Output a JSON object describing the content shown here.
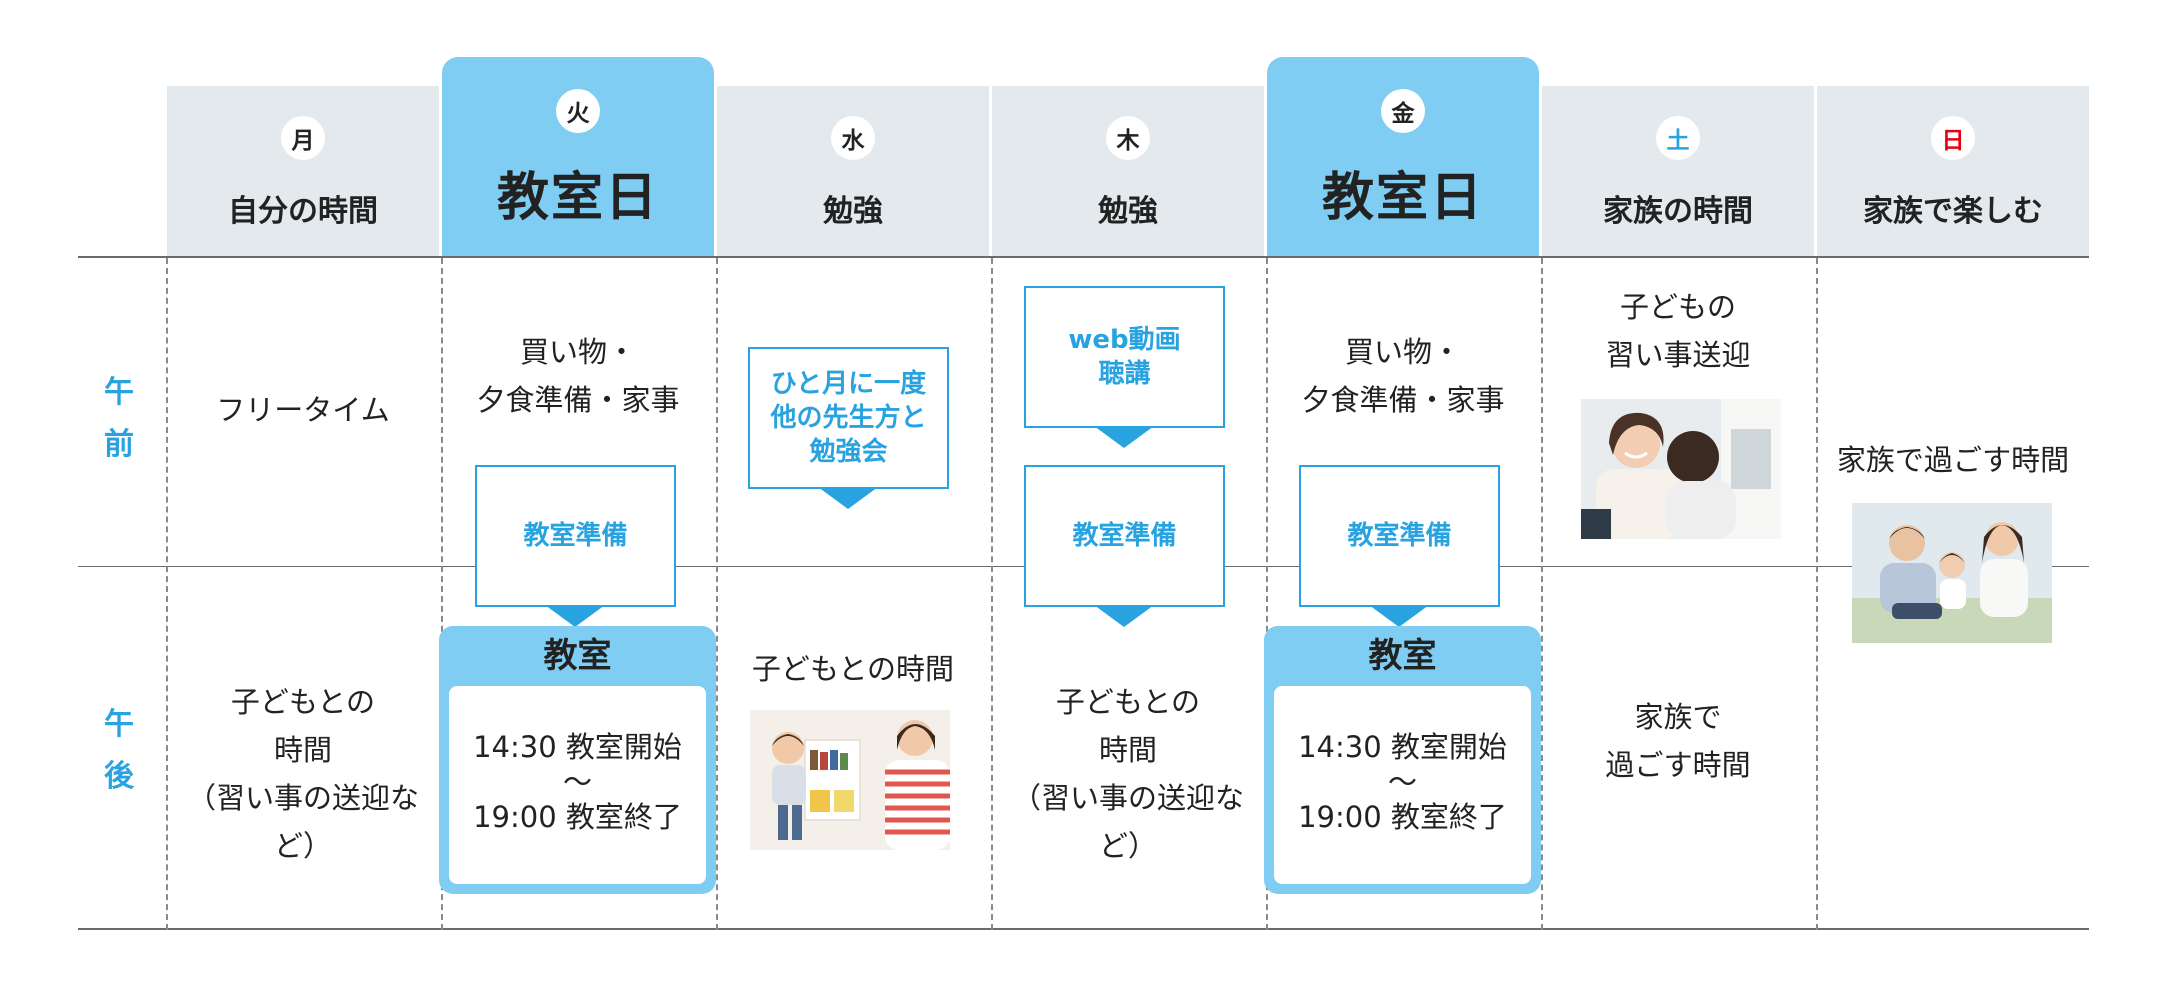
{
  "colors": {
    "accent": "#29a3e0",
    "header_bg": "#e3e9ec",
    "highlight": "#7fcdf3",
    "saturday": "#29a3e0",
    "sunday": "#e60012"
  },
  "days": [
    {
      "day": "月",
      "title": "自分の時間"
    },
    {
      "day": "火",
      "title": "教室日"
    },
    {
      "day": "水",
      "title": "勉強"
    },
    {
      "day": "木",
      "title": "勉強"
    },
    {
      "day": "金",
      "title": "教室日"
    },
    {
      "day": "土",
      "title": "家族の時間"
    },
    {
      "day": "日",
      "title": "家族で楽しむ"
    }
  ],
  "periods": {
    "am": [
      "午",
      "前"
    ],
    "pm": [
      "午",
      "後"
    ]
  },
  "mon": {
    "am": "フリータイム",
    "pm": [
      "子どもとの",
      "時間",
      "（習い事の送迎など）"
    ]
  },
  "tue": {
    "am": [
      "買い物・",
      "夕食準備・家事"
    ],
    "prep": "教室準備",
    "class_title": "教室",
    "class_start": "14:30 教室開始",
    "class_tilde": "〜",
    "class_end": "19:00 教室終了"
  },
  "wed": {
    "study": [
      "ひと月に一度",
      "他の先生方と",
      "勉強会"
    ],
    "pm": "子どもとの時間",
    "photo": "mother-child-playing-photo"
  },
  "thu": {
    "web": [
      "web動画",
      "聴講"
    ],
    "prep": "教室準備",
    "pm": [
      "子どもとの",
      "時間",
      "（習い事の送迎など）"
    ]
  },
  "fri": {
    "am": [
      "買い物・",
      "夕食準備・家事"
    ],
    "prep": "教室準備",
    "class_title": "教室",
    "class_start": "14:30 教室開始",
    "class_tilde": "〜",
    "class_end": "19:00 教室終了"
  },
  "sat": {
    "am": [
      "子どもの",
      "習い事送迎"
    ],
    "photo": "lesson-pickup-photo",
    "pm": [
      "家族で",
      "過ごす時間"
    ]
  },
  "sun": {
    "text": "家族で過ごす時間",
    "photo": "family-outdoor-photo"
  }
}
